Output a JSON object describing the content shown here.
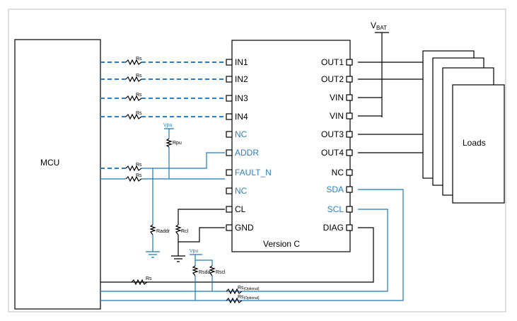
{
  "mcu_label": "MCU",
  "loads_label": "Loads",
  "version_label": "Version C",
  "vbat_label": "V",
  "vbat_sub": "BAT",
  "vpu_label": "Vpu",
  "left_pins": [
    {
      "label": "IN1",
      "color": "black"
    },
    {
      "label": "IN2",
      "color": "black"
    },
    {
      "label": "IN3",
      "color": "black"
    },
    {
      "label": "IN4",
      "color": "black"
    },
    {
      "label": "NC",
      "color": "blue"
    },
    {
      "label": "ADDR",
      "color": "blue"
    },
    {
      "label": "FAULT_N",
      "color": "blue"
    },
    {
      "label": "NC",
      "color": "blue"
    },
    {
      "label": "CL",
      "color": "black"
    },
    {
      "label": "GND",
      "color": "black"
    }
  ],
  "right_pins": [
    {
      "label": "OUT1",
      "color": "black"
    },
    {
      "label": "OUT2",
      "color": "black"
    },
    {
      "label": "VIN",
      "color": "black"
    },
    {
      "label": "VIN",
      "color": "black"
    },
    {
      "label": "OUT3",
      "color": "black"
    },
    {
      "label": "OUT4",
      "color": "black"
    },
    {
      "label": "NC",
      "color": "black"
    },
    {
      "label": "SDA",
      "color": "blue"
    },
    {
      "label": "SCL",
      "color": "blue"
    },
    {
      "label": "DIAG",
      "color": "black"
    }
  ],
  "resistors": {
    "rs": "Rs",
    "rpu": "Rpu",
    "raddr": "Raddr",
    "rcl": "Rcl",
    "rsda": "Rsda",
    "rscl": "Rscl",
    "rs_sub": "(Optional)"
  },
  "colors": {
    "blue": "#2e7fc1",
    "wire_blue": "#1f77b4",
    "black": "#000000"
  }
}
